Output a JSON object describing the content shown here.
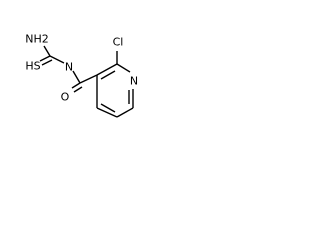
{
  "atoms": {
    "amine": "NH2",
    "thione_sulfur": "HS",
    "imine_nitrogen": "N",
    "carbonyl_oxygen": "O",
    "chlorine": "Cl",
    "ring_nitrogen": "N"
  }
}
